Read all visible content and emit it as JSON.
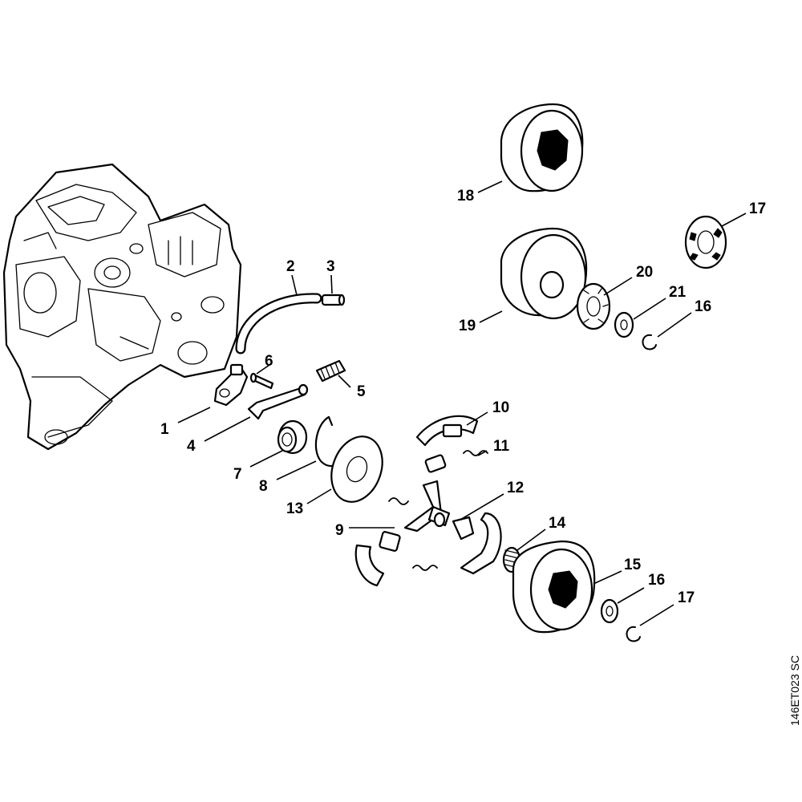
{
  "figure_code": "146ET023 SC",
  "callouts": [
    "1",
    "2",
    "3",
    "4",
    "5",
    "6",
    "7",
    "8",
    "9",
    "10",
    "11",
    "12",
    "13",
    "14",
    "15",
    "16",
    "17",
    "18",
    "19",
    "20",
    "21",
    "16",
    "17"
  ]
}
